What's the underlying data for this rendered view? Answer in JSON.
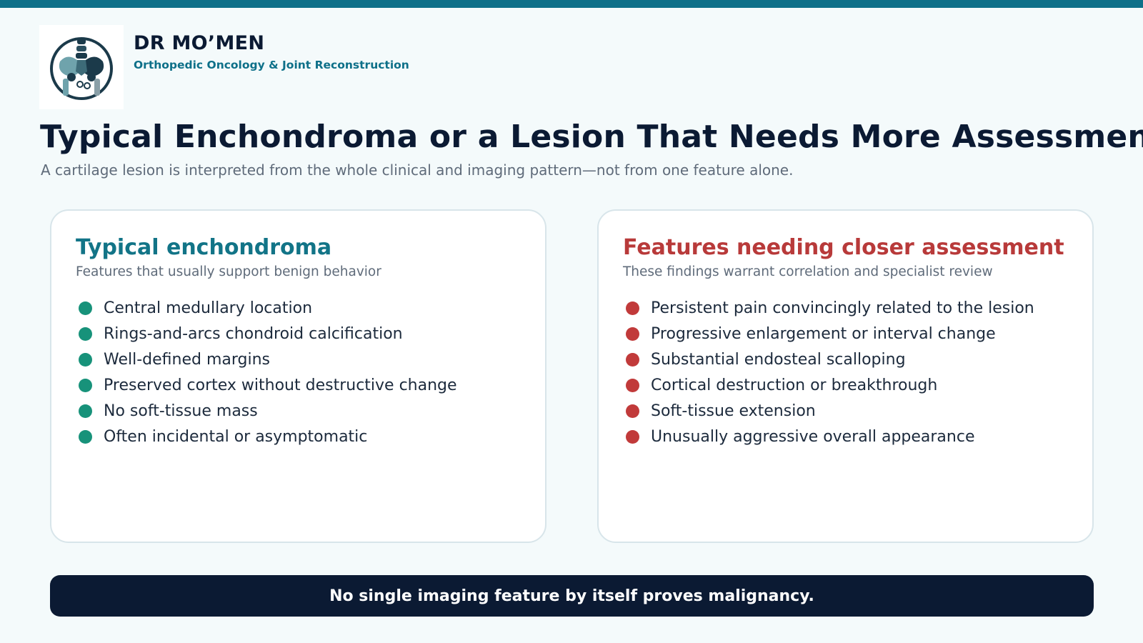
{
  "brand": {
    "name": "DR MO’MEN",
    "tagline": "Orthopedic Oncology & Joint Reconstruction",
    "logo_icon": "pelvis-hip-logo-icon"
  },
  "page": {
    "title": "Typical Enchondroma or a Lesion That Needs More Assessment?",
    "subtitle": "A cartilage lesion is interpreted from the whole clinical and imaging pattern—not from one feature alone."
  },
  "cards": [
    {
      "title": "Typical enchondroma",
      "subtitle": "Features that usually support benign behavior",
      "accent": "#127487",
      "bullet_color": "#17927a",
      "items": [
        "Central medullary location",
        "Rings-and-arcs chondroid calcification",
        "Well-defined margins",
        "Preserved cortex without destructive change",
        "No soft-tissue mass",
        "Often incidental or asymptomatic"
      ]
    },
    {
      "title": "Features needing closer assessment",
      "subtitle": "These findings warrant correlation and specialist review",
      "accent": "#b83a3a",
      "bullet_color": "#c13a3a",
      "items": [
        "Persistent pain convincingly related to the lesion",
        "Progressive enlargement or interval change",
        "Substantial endosteal scalloping",
        "Cortical destruction or breakthrough",
        "Soft-tissue extension",
        "Unusually aggressive overall appearance"
      ]
    }
  ],
  "footer": {
    "text": "No single imaging feature by itself proves malignancy."
  },
  "colors": {
    "top_bar": "#0e7089",
    "footer_bg": "#0b1a33",
    "page_bg": "#f4fafb"
  }
}
